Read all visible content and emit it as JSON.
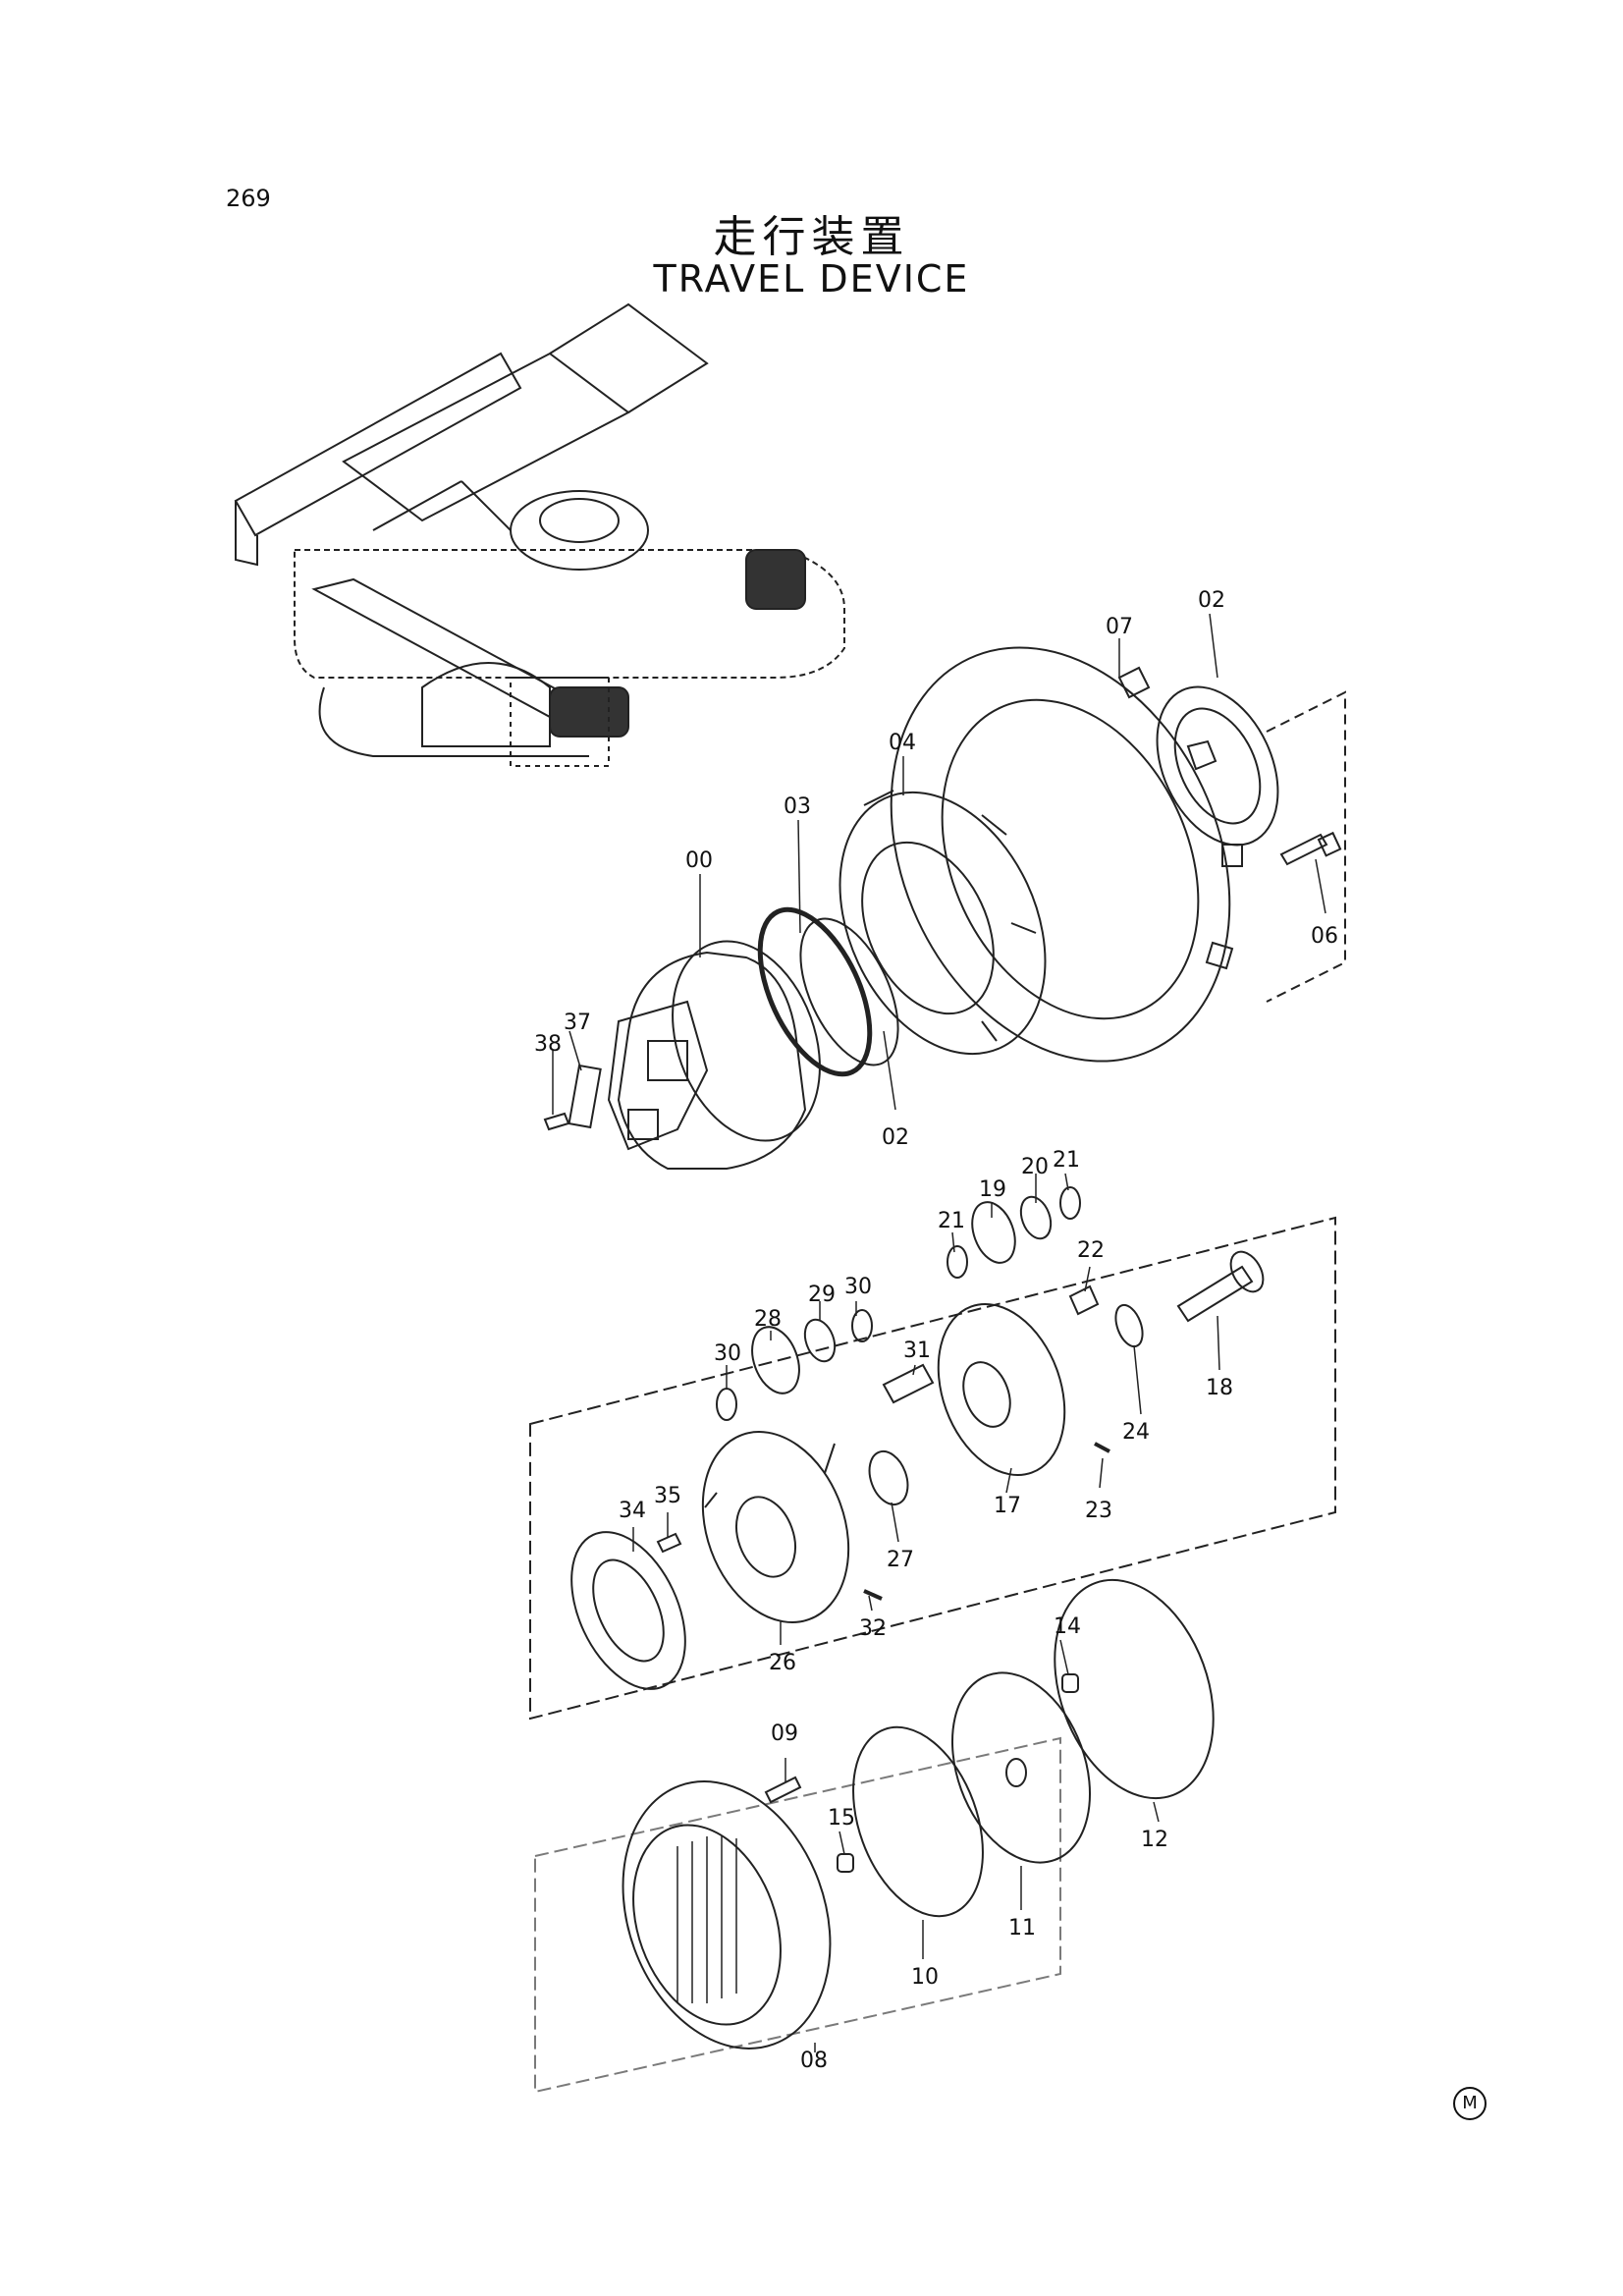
{
  "header": {
    "page_number": "269",
    "title_jp": "走行装置",
    "title_en": "TRAVEL DEVICE"
  },
  "parts": {
    "p00": "00",
    "p02a": "02",
    "p02b": "02",
    "p03": "03",
    "p04": "04",
    "p06": "06",
    "p07": "07",
    "p08": "08",
    "p09": "09",
    "p10": "10",
    "p11": "11",
    "p12": "12",
    "p14": "14",
    "p15": "15",
    "p17": "17",
    "p18": "18",
    "p19": "19",
    "p20": "20",
    "p21a": "21",
    "p21b": "21",
    "p22": "22",
    "p23": "23",
    "p24": "24",
    "p26": "26",
    "p27": "27",
    "p28": "28",
    "p29": "29",
    "p30a": "30",
    "p30b": "30",
    "p31": "31",
    "p32": "32",
    "p34": "34",
    "p35": "35",
    "p37": "37",
    "p38": "38"
  },
  "footer": {
    "mark": "M"
  }
}
